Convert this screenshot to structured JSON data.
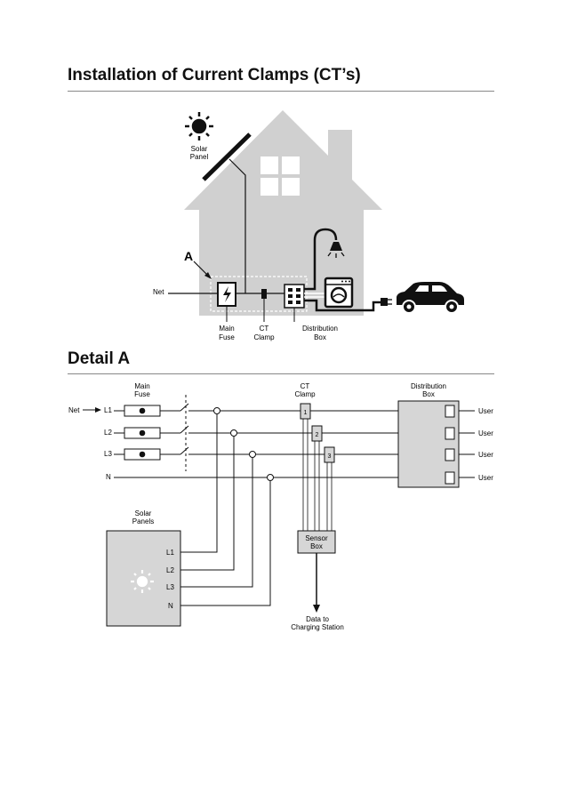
{
  "headings": {
    "installation": "Installation of Current Clamps (CT’s)",
    "detail": "Detail A"
  },
  "house": {
    "solar_panel": [
      "Solar",
      "Panel"
    ],
    "marker": "A",
    "net": "Net",
    "main_fuse": [
      "Main",
      "Fuse"
    ],
    "ct_clamp": [
      "CT",
      "Clamp"
    ],
    "distribution_box": [
      "Distribution",
      "Box"
    ]
  },
  "detail": {
    "main_fuse": [
      "Main",
      "Fuse"
    ],
    "ct_clamp": [
      "CT",
      "Clamp"
    ],
    "distribution_box": [
      "Distribution",
      "Box"
    ],
    "net": "Net",
    "phases": [
      "L1",
      "L2",
      "L3",
      "N"
    ],
    "ct_numbers": [
      "1",
      "2",
      "3"
    ],
    "user_labels": [
      "User",
      "User",
      "User",
      "User"
    ],
    "solar_panels": [
      "Solar",
      "Panels"
    ],
    "panel_terminals": [
      "L1",
      "L2",
      "L3",
      "N"
    ],
    "sensor_box": [
      "Sensor",
      "Box"
    ],
    "data_out": [
      "Data to",
      "Charging Station"
    ]
  }
}
